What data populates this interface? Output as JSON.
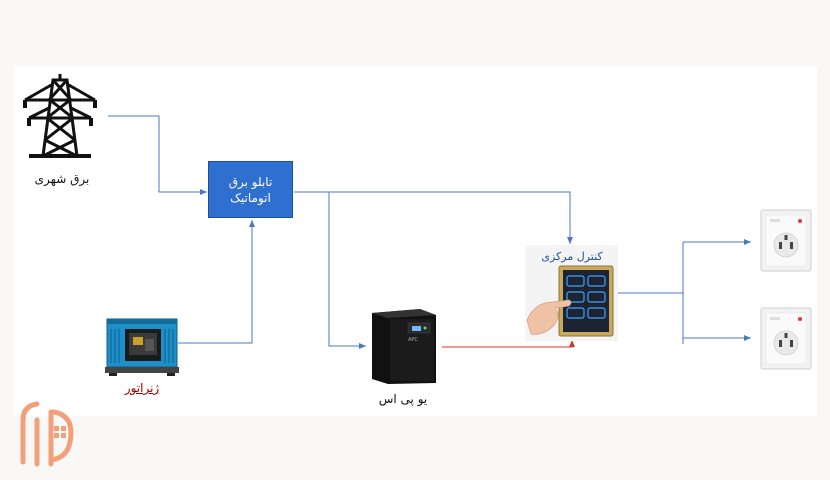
{
  "nodes": {
    "city_power": "برق شهری",
    "panel_line1": "تابلو برق",
    "panel_line2": "اتوماتیک",
    "generator": "ژنراتور",
    "ups": "یو پی اس",
    "central_control": "کنترل مرکزی",
    "ups_brand": "APC"
  },
  "colors": {
    "wire": "#4a78c2",
    "ups_wire": "#d9342b",
    "panel_fill": "#2f6fd0",
    "logo": "#f2a07a"
  }
}
